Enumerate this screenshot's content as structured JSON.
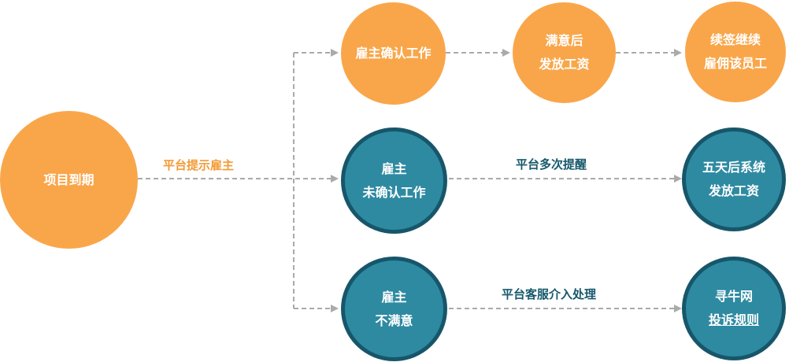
{
  "colors": {
    "orange": "#f9a64a",
    "teal_fill": "#2e8aa1",
    "teal_border": "#17566a",
    "dash_line": "#aaaaaa"
  },
  "nodes": {
    "start": {
      "text": "项目到期"
    },
    "confirm": {
      "text": "雇主确认工作"
    },
    "satisfied": {
      "line1": "满意后",
      "line2": "发放工资"
    },
    "rehire": {
      "line1": "续签继续",
      "line2": "雇佣该员工"
    },
    "unconfirmed": {
      "line1": "雇主",
      "line2": "未确认工作"
    },
    "auto_pay": {
      "line1": "五天后系统",
      "line2": "发放工资"
    },
    "unsatisfied": {
      "line1": "雇主",
      "line2": "不满意"
    },
    "rules": {
      "line1": "寻牛网",
      "line2": "投诉规则"
    }
  },
  "edges": {
    "platform_prompt": "平台提示雇主",
    "multiple_reminders": "平台多次提醒",
    "customer_service": "平台客服介入处理"
  }
}
